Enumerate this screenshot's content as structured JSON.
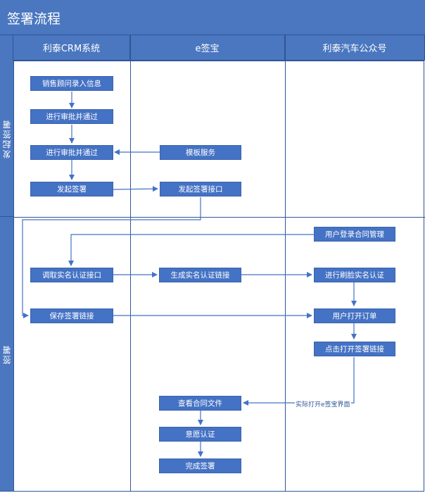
{
  "title": "签署流程",
  "lanes": [
    {
      "label": "利泰CRM系统"
    },
    {
      "label": "e签宝"
    },
    {
      "label": "利泰汽车公众号"
    }
  ],
  "phases": [
    {
      "label": "发起签署"
    },
    {
      "label": "签署"
    }
  ],
  "nodes": {
    "sales_input": "销售顾问录入信息",
    "approve_1": "进行审批并通过",
    "approve_2": "进行审批并通过",
    "initiate_sign": "发起签署",
    "template_service": "模板服务",
    "sign_api": "发起签署接口",
    "user_login": "用户登录合同管理",
    "call_auth_api": "调取实名认证接口",
    "gen_auth_link": "生成实名认证链接",
    "face_auth": "进行刷脸实名认证",
    "save_link": "保存签署链接",
    "open_order": "用户打开订单",
    "open_link": "点击打开签署链接",
    "view_contract": "查看合同文件",
    "willing_auth": "意愿认证",
    "complete_sign": "完成签署"
  },
  "edge_labels": {
    "open_esign": "实际打开e签宝界面"
  },
  "colors": {
    "header_bg": "#4a77bf",
    "node_bg": "#4472c4",
    "line": "#2f5597",
    "arrow": "#4472c4"
  }
}
